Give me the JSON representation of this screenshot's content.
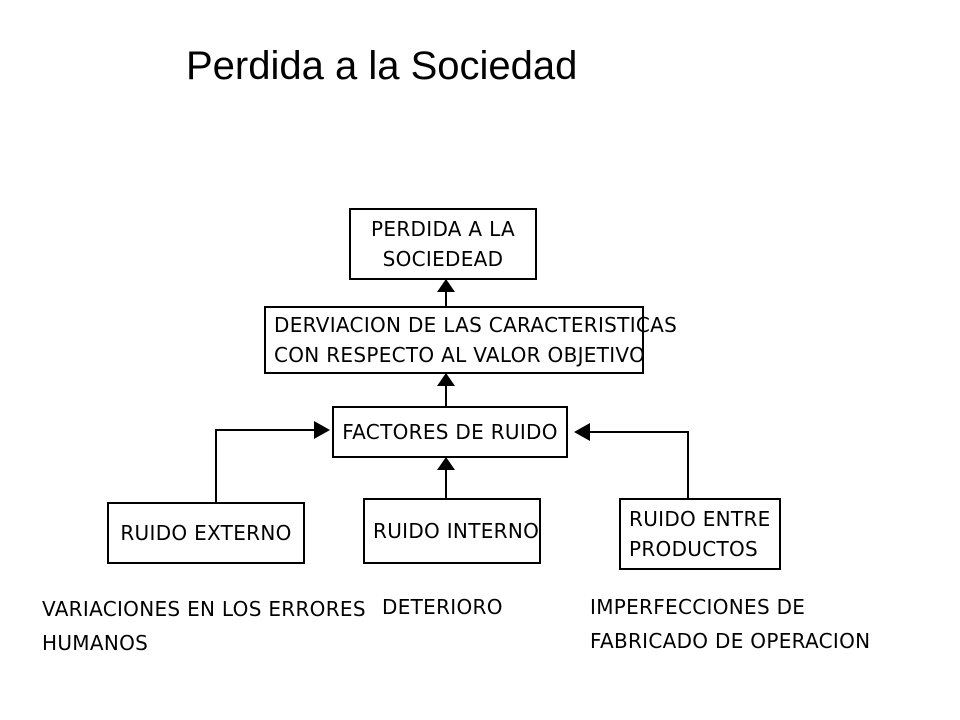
{
  "title": "Perdida a la Sociedad",
  "diagram": {
    "boxes": {
      "perdida": [
        "PERDIDA A LA",
        "SOCIEDEAD"
      ],
      "derivacion": [
        "DERVIACION DE LAS CARACTERISTICAS",
        "CON RESPECTO AL VALOR OBJETIVO"
      ],
      "factores": [
        "FACTORES DE RUIDO"
      ],
      "externo": [
        "RUIDO EXTERNO"
      ],
      "interno": [
        "RUIDO INTERNO"
      ],
      "entre": [
        "RUIDO ENTRE",
        "PRODUCTOS"
      ]
    },
    "notes": {
      "externo": [
        "VARIACIONES EN LOS ERRORES",
        "HUMANOS"
      ],
      "interno": [
        "DETERIORO"
      ],
      "entre": [
        "IMPERFECCIONES DE",
        "FABRICADO DE OPERACION"
      ]
    }
  }
}
